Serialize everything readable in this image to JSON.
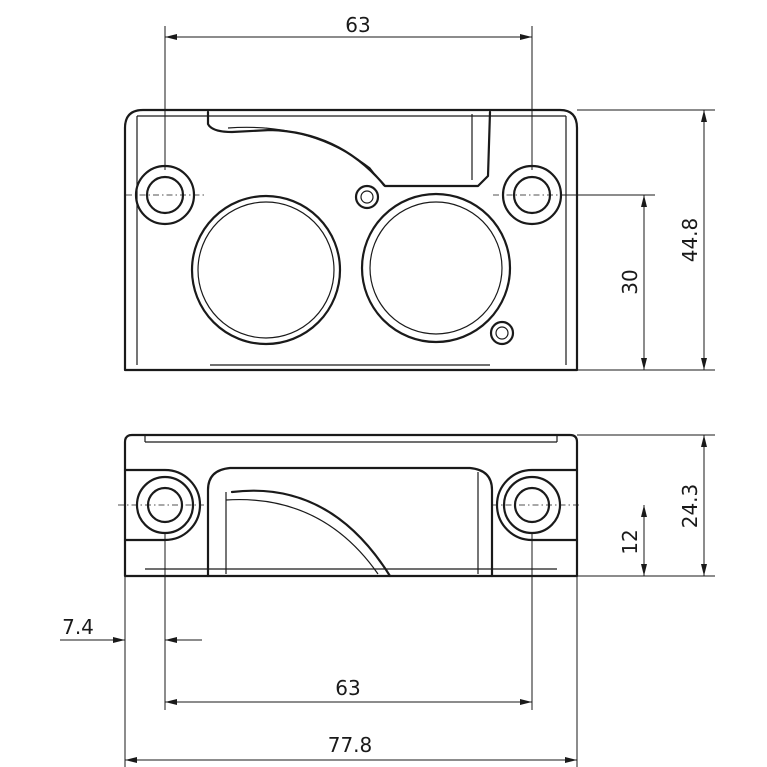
{
  "dimensions": {
    "top_width": "63",
    "top_height_total": "44.8",
    "top_height_offset": "30",
    "bottom_height_total": "24.3",
    "bottom_height_offset": "12",
    "bottom_edge_offset": "7.4",
    "bottom_hole_spacing": "63",
    "bottom_total_width": "77.8"
  }
}
